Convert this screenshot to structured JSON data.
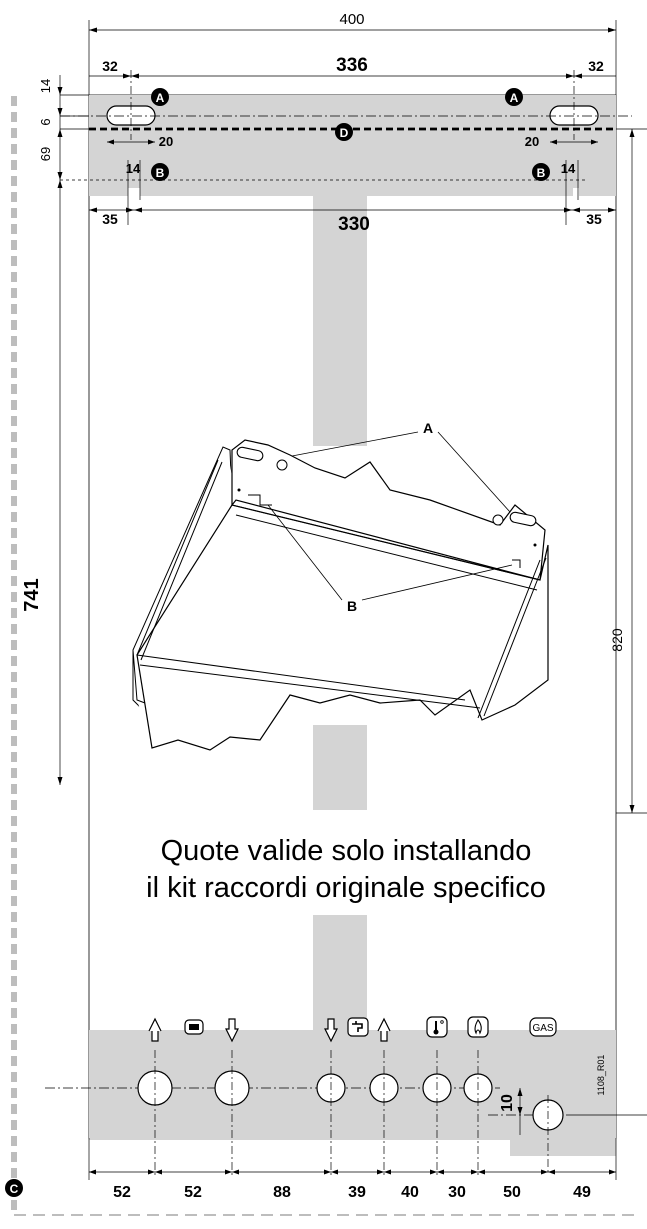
{
  "dimensions": {
    "overall_width": "400",
    "top_left_offset": "32",
    "slot_span": "336",
    "top_right_offset": "32",
    "h_14": "14",
    "h_6": "6",
    "h_69": "69",
    "slot_left_20": "20",
    "slot_right_20": "20",
    "hole_left_14": "14",
    "hole_right_14": "14",
    "left_35": "35",
    "holes_span": "330",
    "right_35": "35",
    "left_height": "741",
    "right_height": "820",
    "gas_offset": "10",
    "bottom_spacings": [
      "52",
      "52",
      "88",
      "39",
      "40",
      "30",
      "50",
      "49"
    ]
  },
  "markers": {
    "a": "A",
    "b": "B",
    "c": "C",
    "d": "D"
  },
  "callouts": {
    "a": "A",
    "b": "B"
  },
  "note": {
    "line1": "Quote valide solo installando",
    "line2": "il kit raccordi originale specifico"
  },
  "connections": {
    "gas_label": "GAS"
  },
  "drawing_code": "1108_R01",
  "colors": {
    "panel_gray": "#d4d4d4",
    "marker_fill": "#000000"
  },
  "icons": [
    "arrow-up-icon",
    "radiator-icon",
    "arrow-down-icon",
    "arrow-down-icon",
    "tap-icon",
    "arrow-up-icon",
    "thermometer-icon",
    "flame-icon",
    "gas-icon"
  ]
}
